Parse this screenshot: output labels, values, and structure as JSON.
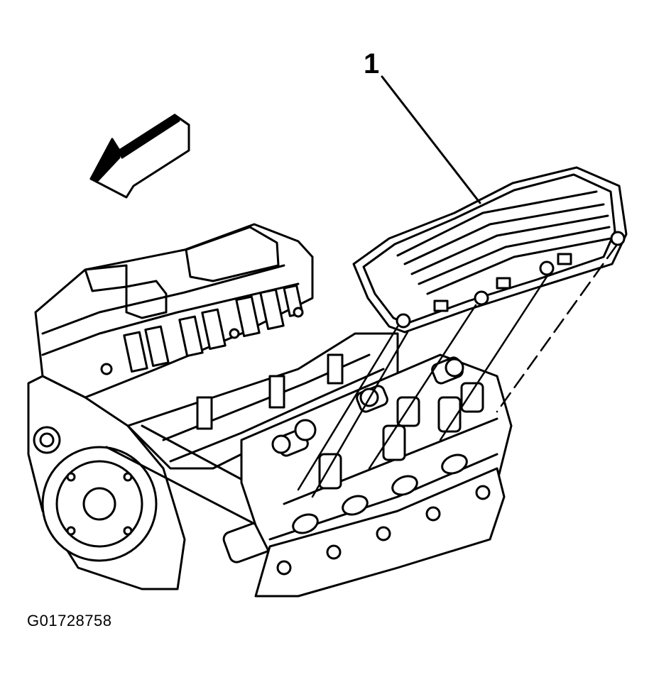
{
  "callouts": [
    {
      "label": "1",
      "part": "valve-rocker-cover"
    }
  ],
  "figure_id": "G01728758",
  "icons": {
    "direction": "front-direction-arrow-icon"
  },
  "colors": {
    "line": "#000000",
    "background": "#ffffff"
  }
}
